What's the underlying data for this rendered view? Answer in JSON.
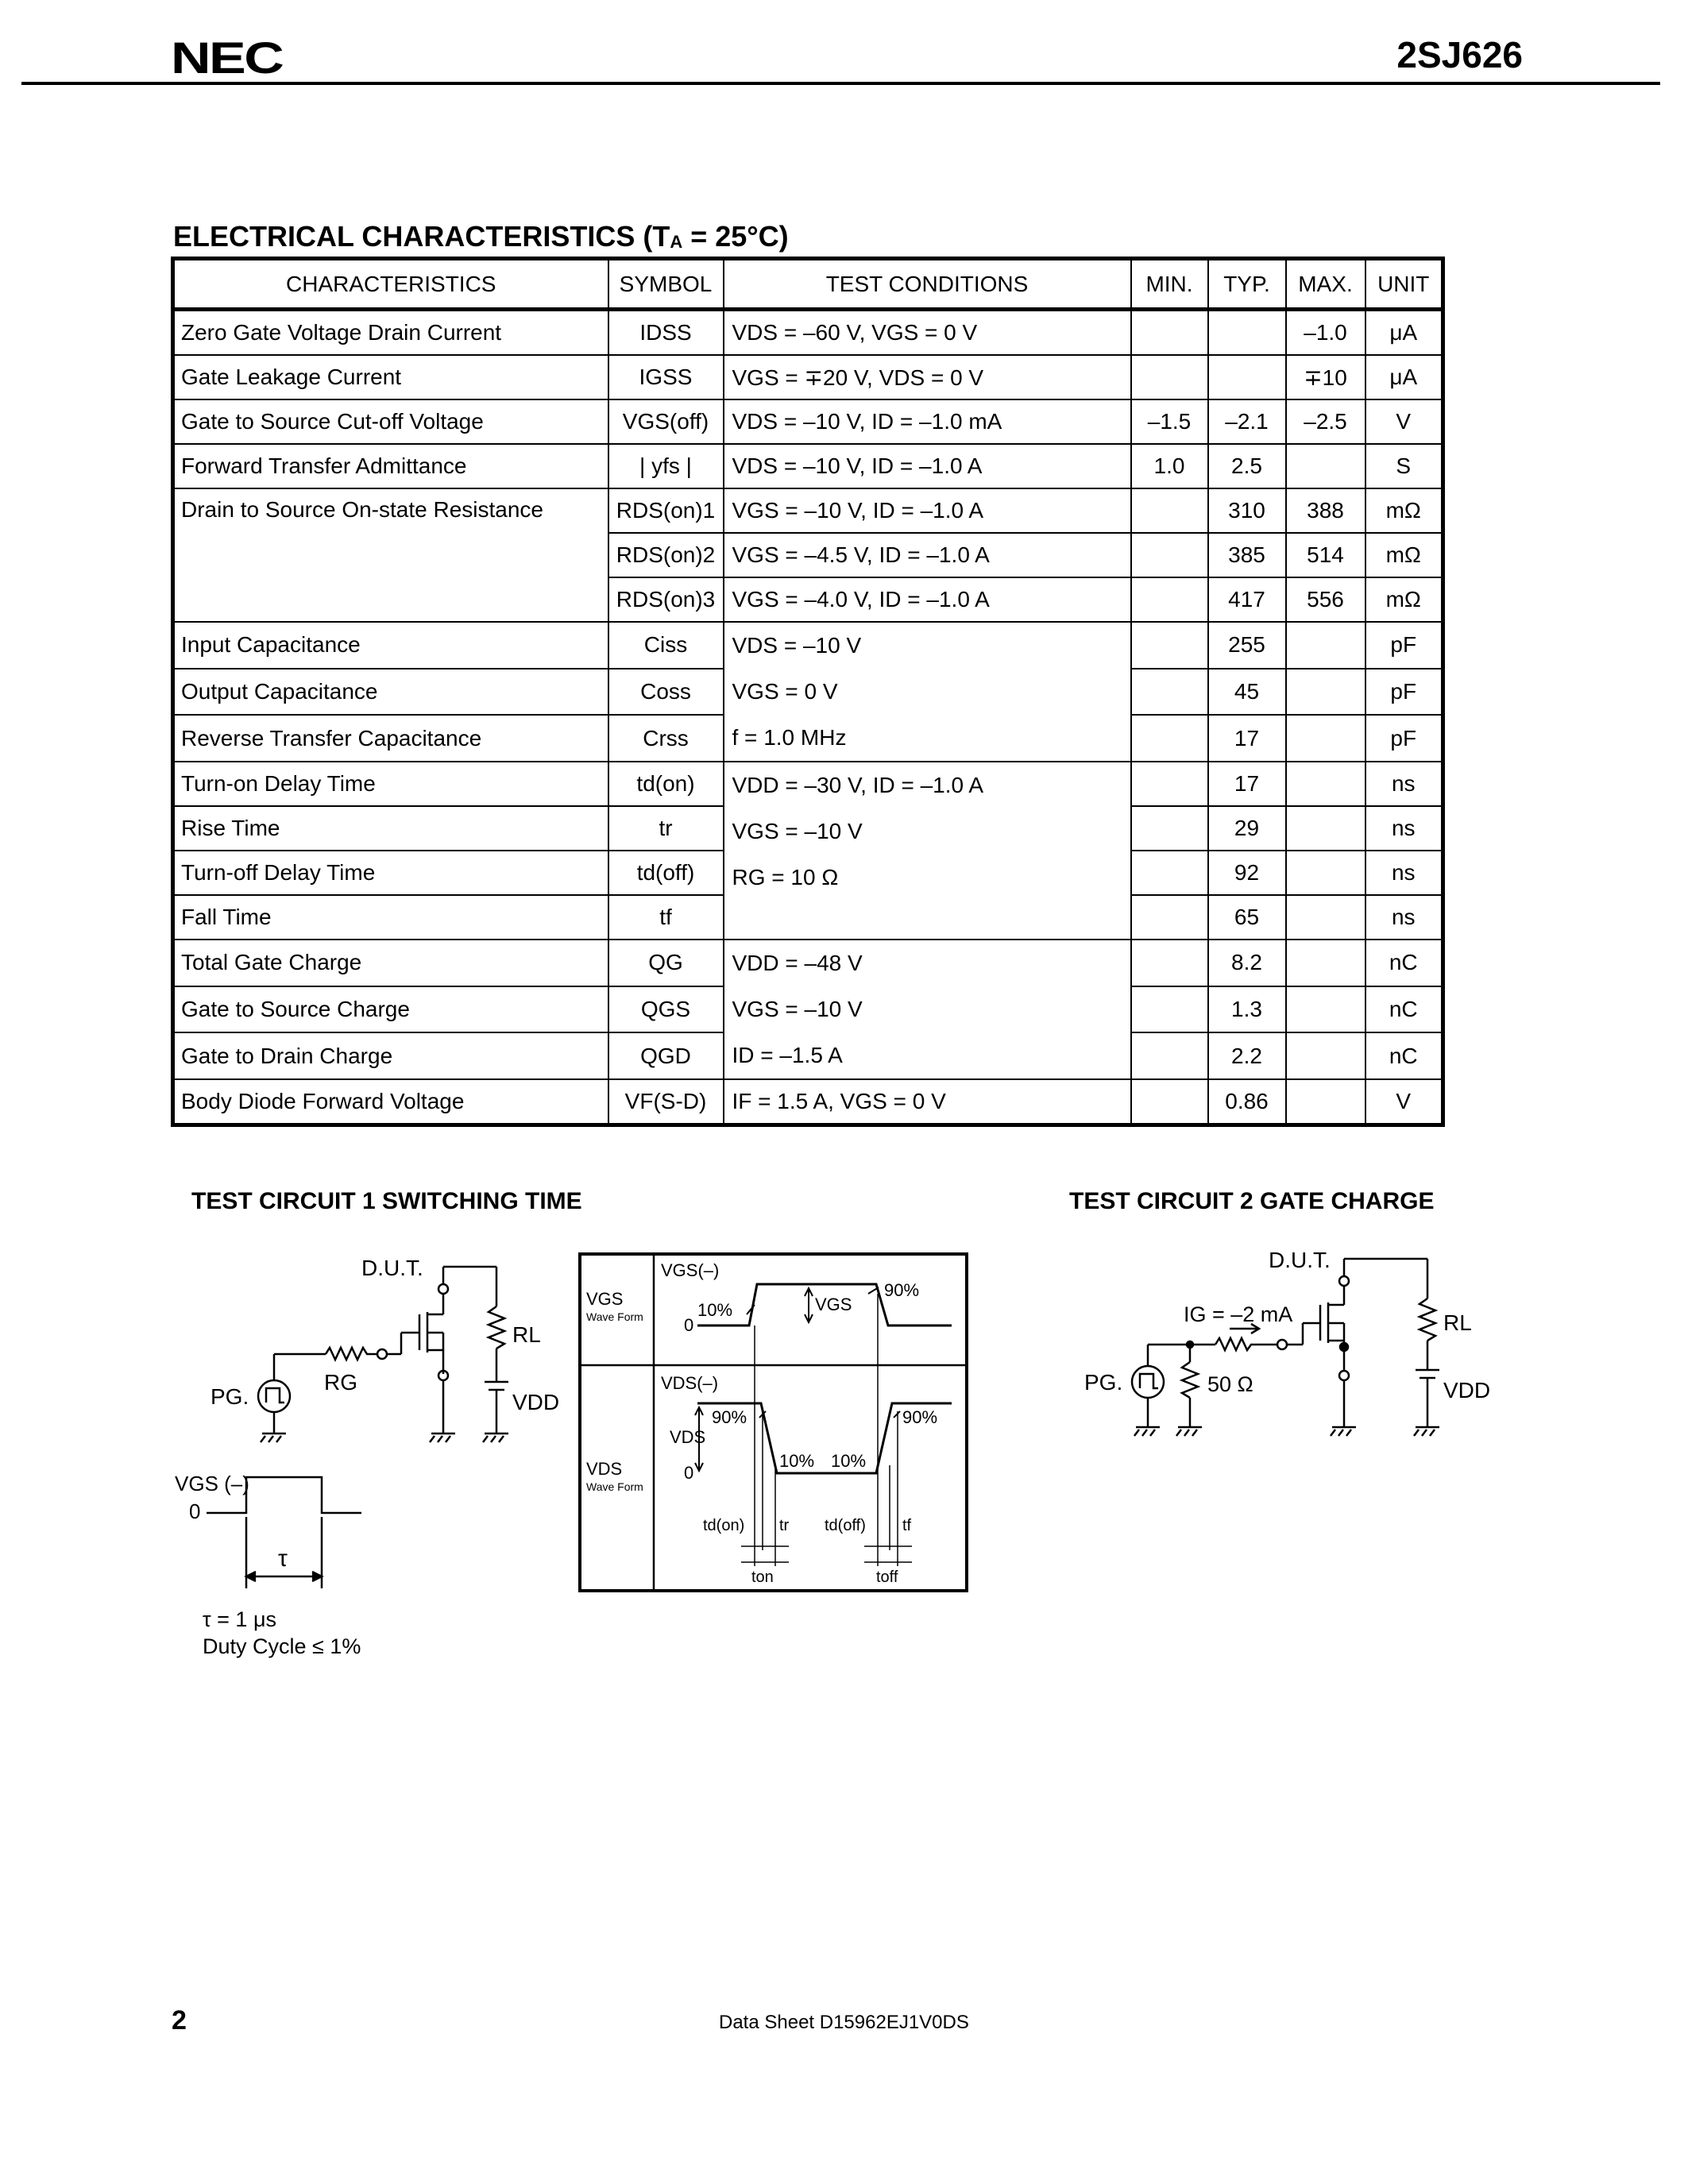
{
  "header": {
    "logo": "NEC",
    "part_number": "2SJ626"
  },
  "section_title": {
    "main": "ELECTRICAL CHARACTERISTICS (T",
    "sub": "A",
    "tail": " = 25°C)"
  },
  "table": {
    "headers": [
      "CHARACTERISTICS",
      "SYMBOL",
      "TEST CONDITIONS",
      "MIN.",
      "TYP.",
      "MAX.",
      "UNIT"
    ],
    "rows": [
      {
        "char": "Zero Gate Voltage Drain Current",
        "sym": "IDSS",
        "cond": "VDS = –60 V, VGS = 0 V",
        "min": "",
        "typ": "",
        "max": "–1.0",
        "unit": "μA"
      },
      {
        "char": "Gate Leakage Current",
        "sym": "IGSS",
        "cond": "VGS = ∓20 V, VDS = 0 V",
        "min": "",
        "typ": "",
        "max": "∓10",
        "unit": "μA"
      },
      {
        "char": "Gate to Source Cut-off Voltage",
        "sym": "VGS(off)",
        "cond": "VDS = –10 V, ID = –1.0 mA",
        "min": "–1.5",
        "typ": "–2.1",
        "max": "–2.5",
        "unit": "V"
      },
      {
        "char": "Forward Transfer Admittance",
        "sym": "| yfs |",
        "cond": "VDS = –10 V, ID = –1.0 A",
        "min": "1.0",
        "typ": "2.5",
        "max": "",
        "unit": "S"
      },
      {
        "char": "Drain to Source On-state Resistance",
        "sym": "RDS(on)1",
        "cond": "VGS = –10 V, ID = –1.0 A",
        "min": "",
        "typ": "310",
        "max": "388",
        "unit": "mΩ"
      },
      {
        "char": "",
        "sym": "RDS(on)2",
        "cond": "VGS = –4.5 V, ID = –1.0 A",
        "min": "",
        "typ": "385",
        "max": "514",
        "unit": "mΩ"
      },
      {
        "char": "",
        "sym": "RDS(on)3",
        "cond": "VGS = –4.0 V, ID = –1.0 A",
        "min": "",
        "typ": "417",
        "max": "556",
        "unit": "mΩ"
      },
      {
        "char": "Input Capacitance",
        "sym": "Ciss",
        "cond": "",
        "min": "",
        "typ": "255",
        "max": "",
        "unit": "pF"
      },
      {
        "char": "Output Capacitance",
        "sym": "Coss",
        "cond": "",
        "min": "",
        "typ": "45",
        "max": "",
        "unit": "pF"
      },
      {
        "char": "Reverse Transfer Capacitance",
        "sym": "Crss",
        "cond": "",
        "min": "",
        "typ": "17",
        "max": "",
        "unit": "pF"
      },
      {
        "char": "Turn-on Delay Time",
        "sym": "td(on)",
        "cond": "",
        "min": "",
        "typ": "17",
        "max": "",
        "unit": "ns"
      },
      {
        "char": "Rise Time",
        "sym": "tr",
        "cond": "",
        "min": "",
        "typ": "29",
        "max": "",
        "unit": "ns"
      },
      {
        "char": "Turn-off Delay Time",
        "sym": "td(off)",
        "cond": "",
        "min": "",
        "typ": "92",
        "max": "",
        "unit": "ns"
      },
      {
        "char": "Fall Time",
        "sym": "tf",
        "cond": "",
        "min": "",
        "typ": "65",
        "max": "",
        "unit": "ns"
      },
      {
        "char": "Total Gate Charge",
        "sym": "QG",
        "cond": "",
        "min": "",
        "typ": "8.2",
        "max": "",
        "unit": "nC"
      },
      {
        "char": "Gate to Source Charge",
        "sym": "QGS",
        "cond": "",
        "min": "",
        "typ": "1.3",
        "max": "",
        "unit": "nC"
      },
      {
        "char": "Gate to Drain Charge",
        "sym": "QGD",
        "cond": "",
        "min": "",
        "typ": "2.2",
        "max": "",
        "unit": "nC"
      },
      {
        "char": "Body Diode Forward Voltage",
        "sym": "VF(S-D)",
        "cond": "IF = 1.5 A, VGS = 0 V",
        "min": "",
        "typ": "0.86",
        "max": "",
        "unit": "V"
      }
    ],
    "cap_conditions": [
      "VDS = –10 V",
      "VGS = 0 V",
      "f = 1.0 MHz"
    ],
    "switch_conditions": [
      "VDD = –30 V, ID = –1.0 A",
      "VGS = –10 V",
      "RG = 10 Ω"
    ],
    "charge_conditions": [
      "VDD = –48 V",
      "VGS = –10 V",
      "ID = –1.5 A"
    ]
  },
  "circuit1": {
    "title": "TEST CIRCUIT 1  SWITCHING TIME",
    "dut": "D.U.T.",
    "rl": "RL",
    "rg": "RG",
    "vdd": "VDD",
    "pg": "PG.",
    "vgs_pulse": "VGS (–)",
    "zero": "0",
    "tau": "τ",
    "note1": "τ = 1 μs",
    "note2": "Duty Cycle ≤ 1%"
  },
  "waveform": {
    "vgs_label": "VGS",
    "vgs_sub": "Wave Form",
    "vgs_neg": "VGS(–)",
    "vds_label": "VDS",
    "vds_sub": "Wave Form",
    "vds_neg": "VDS(–)",
    "zero": "0",
    "p10": "10%",
    "p90": "90%",
    "td_on": "td(on)",
    "tr": "tr",
    "td_off": "td(off)",
    "tf": "tf",
    "ton": "ton",
    "toff": "toff"
  },
  "circuit2": {
    "title": "TEST CIRCUIT 2 GATE CHARGE",
    "dut": "D.U.T.",
    "ig": "IG = –2 mA",
    "rl": "RL",
    "vdd": "VDD",
    "pg": "PG.",
    "r50": "50 Ω"
  },
  "footer": {
    "page": "2",
    "doc": "Data Sheet  D15962EJ1V0DS"
  }
}
